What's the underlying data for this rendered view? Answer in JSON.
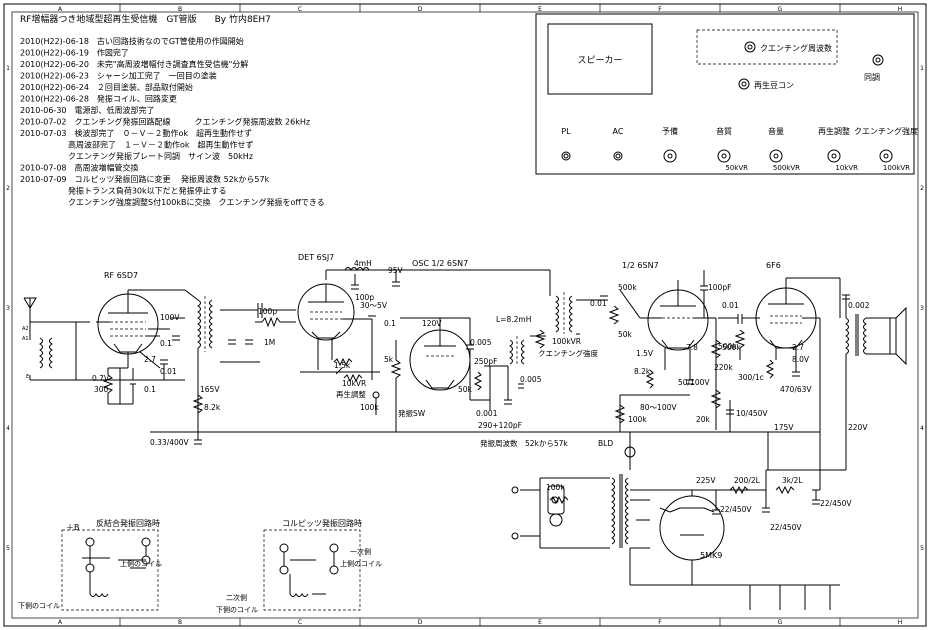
{
  "title": "RF増幅器つき地域型超再生受信機　GT管版　　By 竹内8EH7",
  "history": [
    "2010(H22)-06-18　古い回路技術なのでGT管使用の作図開始",
    "2010(H22)-06-19　作図完了",
    "2010(H22)-06-20　未完\"高周波増幅付き調査真性受信機\"分解",
    "2010(H22)-06-23　シャーシ加工完了　一回目の塗装",
    "2010(H22)-06-24　２回目塗装、部品取付開始",
    "2010(H22)-06-28　発振コイル、回路変更",
    "2010-06-30　電源部、低周波部完了",
    "2010-07-02　クエンチング発振回路配線　　　クエンチング発振周波数 26kHz",
    "2010-07-03　検波部完了　０－Ｖ－２動作ok　超再生動作せず",
    "　　　　　　高周波部完了　１－Ｖ－２動作ok　超再生動作せず",
    "　　　　　　クエンチング発振プレート同調　サイン波　50kHz",
    "2010-07-08　高周波増幅管交換",
    "2010-07-09　コルピッツ発振回路に変更　 発振周波数 52kから57k",
    "　　　　　　発振トランス負荷30k以下だと発振停止する",
    "　　　　　　クエンチング強度調整S付100kBに交換　クエンチング発振をoffできる"
  ],
  "panel": {
    "speaker": "スピーカー",
    "quench_freq": "クエンチング周波数",
    "regen_bean": "再生豆コン",
    "tuning": "同調",
    "knobs": [
      {
        "label": "PL",
        "value": ""
      },
      {
        "label": "AC",
        "value": ""
      },
      {
        "label": "予備",
        "value": ""
      },
      {
        "label": "音質",
        "value": "50kVR"
      },
      {
        "label": "音量",
        "value": "500kVR"
      },
      {
        "label": "再生調整",
        "value": "10kVR"
      },
      {
        "label": "クエンチング強度",
        "value": "100kVR"
      }
    ]
  },
  "border": {
    "cols": [
      "A",
      "B",
      "C",
      "D",
      "E",
      "F",
      "G",
      "H"
    ],
    "rows": [
      "1",
      "2",
      "3",
      "4",
      "5"
    ]
  },
  "tubes": {
    "rf": "RF  6SD7",
    "det": "DET 6SJ7",
    "osc": "OSC  1/2  6SN7",
    "af": "1/2 6SN7",
    "out": "6F6",
    "rect": "5MK9"
  },
  "labels": {
    "4mH": "4mH",
    "100p": "100p",
    "95V": "95V",
    "30to5V": "30～5V",
    "0_1a": "0.1",
    "100pc": "100p",
    "1M": "1M",
    "100V": "100V",
    "0_1b": "0.1",
    "0_01a": "0.01",
    "0_7V": "0.7V",
    "300": "300",
    "0_1c": "0.1",
    "2_7a": "2.7",
    "165V": "165V",
    "8_2k": "8.2k",
    "0_33": "0.33/400V",
    "1_5k": "1.5k",
    "10kVR": "10kVR",
    "regen_ctl": "再生調整",
    "100k_a": "100k",
    "5k": "5k",
    "120V": "120V",
    "osc_sw": "発振SW",
    "L": "L=8.2mH",
    "0_005a": "0.005",
    "250pF": "250pF",
    "50k": "50k",
    "0_005b": "0.005",
    "0_001": "0.001",
    "290": "290+120pF",
    "100kVR": "100kVR",
    "quench": "クエンチング強度",
    "500k": "500k",
    "0_01b": "0.01",
    "50k_b": "50k",
    "1_5V": "1.5V",
    "8_2k_b": "8.2k",
    "7_8": "7.8",
    "50_100V": "50/100V",
    "500k_b": "500k",
    "220k": "220k",
    "100pF": "100pF",
    "0_01c": "0.01",
    "500k_c": "500k",
    "300_1c": "300/1c",
    "2_7b": "2.7",
    "8_0V": "8.0V",
    "470": "470/63V",
    "0_002": "0.002",
    "80_100V": "80～100V",
    "100k_b": "100k",
    "20k": "20k",
    "10_450V": "10/450V",
    "175V": "175V",
    "220V": "220V",
    "osc_freq": "発振周波数　52kから57k",
    "bld": "BLD",
    "225V": "225V",
    "200_2L": "200/2L",
    "3k_2L": "3k/2L",
    "22_450a": "22/450V",
    "22_450b": "22/450V",
    "22_450c": "22/450V",
    "100k_c": "100k",
    "fb_title": "反結合発振回路時",
    "colp_title": "コルピッツ発振回路時",
    "plusB": "＋B",
    "upper_coil": "上側のコイル",
    "lower_coil": "下側のコイル",
    "primary": "一次側",
    "upper_coil2": "上側のコイル",
    "secondary": "二次側",
    "lower_coil2": "下側のコイル"
  }
}
